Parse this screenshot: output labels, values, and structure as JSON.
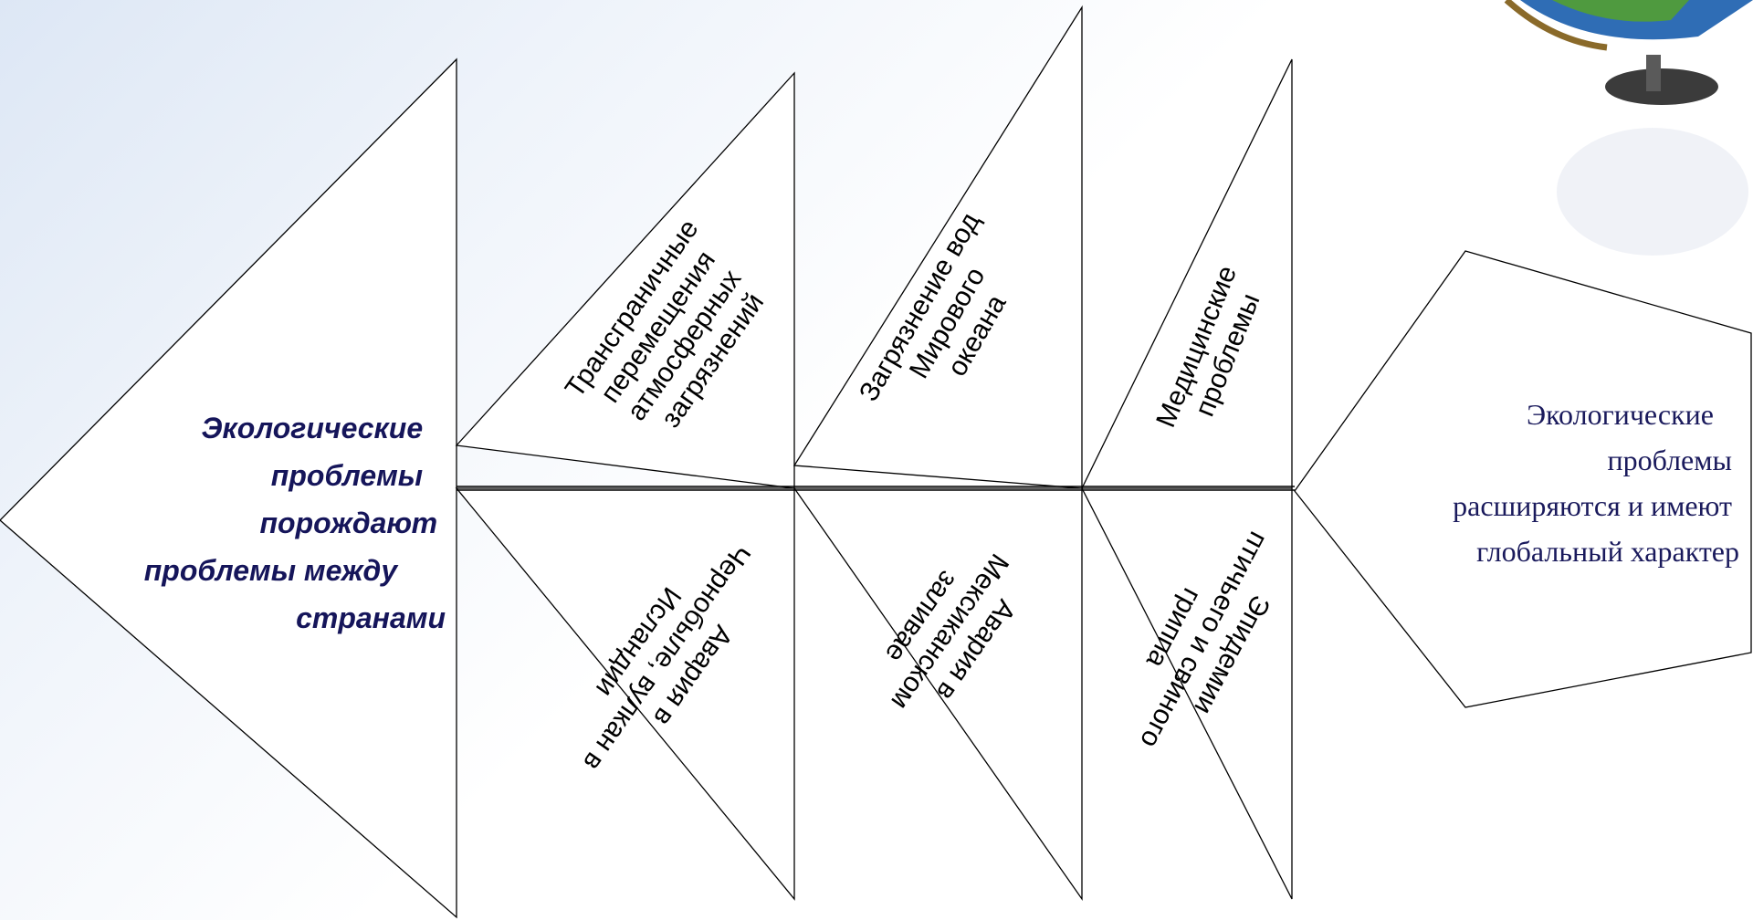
{
  "head": {
    "lines": [
      "Экологические",
      "проблемы",
      "порождают",
      "проблемы между",
      "странами"
    ]
  },
  "ribs_top": [
    {
      "lines": [
        "Трансграничные",
        "перемещения",
        "атмосферных",
        "загрязнений"
      ]
    },
    {
      "lines": [
        "Загрязнение вод",
        "Мирового",
        "океана"
      ]
    },
    {
      "lines": [
        "Медицинские",
        "проблемы"
      ]
    }
  ],
  "ribs_bottom": [
    {
      "lines": [
        "Авария в",
        "Чернобыле, вулкан в",
        "Исландии"
      ]
    },
    {
      "lines": [
        "Авария в",
        "Мексиканском",
        "заливае"
      ]
    },
    {
      "lines": [
        "Эпидемии",
        "птичьего и свиного",
        "гриппа"
      ]
    }
  ],
  "result": {
    "lines": [
      "Экологические",
      "проблемы",
      "расширяются и имеют",
      "глобальный характер"
    ]
  }
}
